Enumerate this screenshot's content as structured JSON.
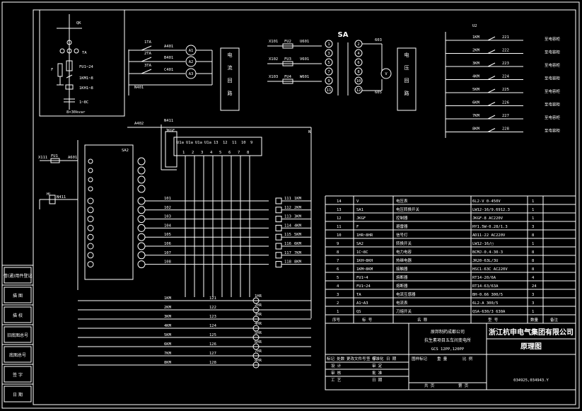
{
  "drawing": {
    "title": "原理图",
    "company": "浙江杭申电气集团有限公司",
    "project_line1": "原邦制药成都公司",
    "project_line2": "抗生素项目五车间变电所",
    "model": "GCS 12PP,120PP",
    "drawing_no": "034925,034943.Y"
  },
  "side_labels": [
    "借(通)用件登记",
    "描 图",
    "描 校",
    "旧底图总号",
    "底图总号",
    "签 字",
    "日 期"
  ],
  "bom": {
    "header": [
      "序号",
      "标 号",
      "名 称",
      "型 号",
      "数量",
      "备注"
    ],
    "rows": [
      [
        "14",
        "V",
        "电压表",
        "6L2-V 0-450V",
        "1"
      ],
      [
        "13",
        "SA1",
        "电压转换开关",
        "LW12-16/9.6912.3",
        "1"
      ],
      [
        "12",
        "JKGF",
        "控制器",
        "JKGF-8 AC220V",
        "1"
      ],
      [
        "11",
        "F",
        "避雷器",
        "HY1.5W-0.28/1.3",
        "3"
      ],
      [
        "10",
        "1HR~8HR",
        "信号灯",
        "AD11-22 AC220V",
        "8"
      ],
      [
        "9",
        "SA2",
        "转换开关",
        "LW12-16/□",
        "1"
      ],
      [
        "8",
        "1C~8C",
        "电力电容",
        "BCMJ-0.4-30-3",
        "8"
      ],
      [
        "7",
        "1KH~8KH",
        "热继电器",
        "JR20-63L/3U",
        "8"
      ],
      [
        "6",
        "1KM~8KM",
        "接触器",
        "HSC1-63C AC220V",
        "8"
      ],
      [
        "5",
        "FU1~4",
        "熔断器",
        "RT14-20/6A",
        "4"
      ],
      [
        "4",
        "FU1~24",
        "熔断器",
        "RT14-63/63A",
        "24"
      ],
      [
        "3",
        "TA",
        "电流互感器",
        "BH-0.66 300/5",
        "3"
      ],
      [
        "2",
        "A1~A3",
        "电流表",
        "6L2-A 300/5",
        "3"
      ],
      [
        "1",
        "QS",
        "刀熔开关",
        "QSA-630/3 630A",
        "1"
      ]
    ]
  },
  "titleblock": {
    "labels_left": [
      "标记 处数",
      "更改文件号",
      "签 字",
      "日 期"
    ],
    "roles": [
      "设 计",
      "审 核",
      "工 艺"
    ],
    "checks": [
      "标准化",
      "审 定",
      "批 准",
      "日 期"
    ],
    "stage": [
      "图样标记",
      "重 量",
      "比 例"
    ],
    "pages": [
      "共 页",
      "第 页"
    ]
  },
  "circuits": {
    "current": "电流回路",
    "voltage": "电压回路",
    "sa": "SA",
    "sa2": "SA2",
    "meters": [
      "A1",
      "A2",
      "A3"
    ],
    "ct": [
      "A401",
      "B401",
      "C401",
      "N401"
    ],
    "ta_labels": [
      "1TA",
      "2TA",
      "3TA"
    ],
    "volt_in": [
      "X101",
      "X102",
      "X103"
    ],
    "volt_fu": [
      "FU2",
      "FU3",
      "FU4"
    ],
    "volt_out": [
      "U601",
      "V601",
      "W601"
    ],
    "volt_603": [
      "603",
      "605"
    ],
    "v_meter": "V",
    "sa_left_nums": [
      "1",
      "3",
      "5",
      "7",
      "9",
      "11"
    ],
    "sa_right_nums": [
      "2",
      "4",
      "6",
      "8",
      "10",
      "12"
    ],
    "main": {
      "qk": "QK",
      "ta": "TA",
      "fu": "FU1~24",
      "km": "1KM1~8",
      "kh": "1KH1~8",
      "c": "1~8C",
      "cap": "8×30kvar",
      "f": "F"
    },
    "u2": "U2",
    "u2_rows": [
      {
        "km": "1KM",
        "n": "221",
        "txt": "至电容柜"
      },
      {
        "km": "2KM",
        "n": "222",
        "txt": "至电容柜"
      },
      {
        "km": "3KM",
        "n": "223",
        "txt": "至电容柜"
      },
      {
        "km": "4KM",
        "n": "224",
        "txt": "至电容柜"
      },
      {
        "km": "5KM",
        "n": "225",
        "txt": "至电容柜"
      },
      {
        "km": "6KM",
        "n": "226",
        "txt": "至电容柜"
      },
      {
        "km": "7KM",
        "n": "227",
        "txt": "至电容柜"
      },
      {
        "km": "8KM",
        "n": "228",
        "txt": "至电容柜"
      }
    ],
    "ctrl": {
      "a402": "A402",
      "n411": "N411",
      "a601": "A601",
      "x111": "X111",
      "fu1": "FU1",
      "hl": "HL",
      "n411b": "N411",
      "j": "JKGF",
      "n": "N",
      "top": [
        "U1a",
        "U1a",
        "U1a",
        "U1a",
        "13",
        "12",
        "11",
        "10",
        "9"
      ],
      "bot": [
        "1",
        "2",
        "3",
        "4",
        "5",
        "6",
        "7",
        "8"
      ]
    },
    "ctrl_rows": [
      "101",
      "102",
      "103",
      "104",
      "105",
      "106",
      "107",
      "108"
    ],
    "ctrl_right": [
      {
        "a": "111",
        "b": "1KM"
      },
      {
        "a": "112",
        "b": "2KM"
      },
      {
        "a": "113",
        "b": "3KM"
      },
      {
        "a": "114",
        "b": "4KM"
      },
      {
        "a": "115",
        "b": "5KM"
      },
      {
        "a": "116",
        "b": "6KM"
      },
      {
        "a": "117",
        "b": "7KM"
      },
      {
        "a": "118",
        "b": "8KM"
      }
    ],
    "hr_rows": [
      {
        "km": "1KM",
        "n": "121",
        "hr": "1HR"
      },
      {
        "km": "2KM",
        "n": "122",
        "hr": "2HR"
      },
      {
        "km": "3KM",
        "n": "123",
        "hr": "3HR"
      },
      {
        "km": "4KM",
        "n": "124",
        "hr": "4HR"
      },
      {
        "km": "5KM",
        "n": "125",
        "hr": "5HR"
      },
      {
        "km": "6KM",
        "n": "126",
        "hr": "6HR"
      },
      {
        "km": "7KM",
        "n": "127",
        "hr": "7HR"
      },
      {
        "km": "8KM",
        "n": "128",
        "hr": "8HR"
      }
    ]
  }
}
